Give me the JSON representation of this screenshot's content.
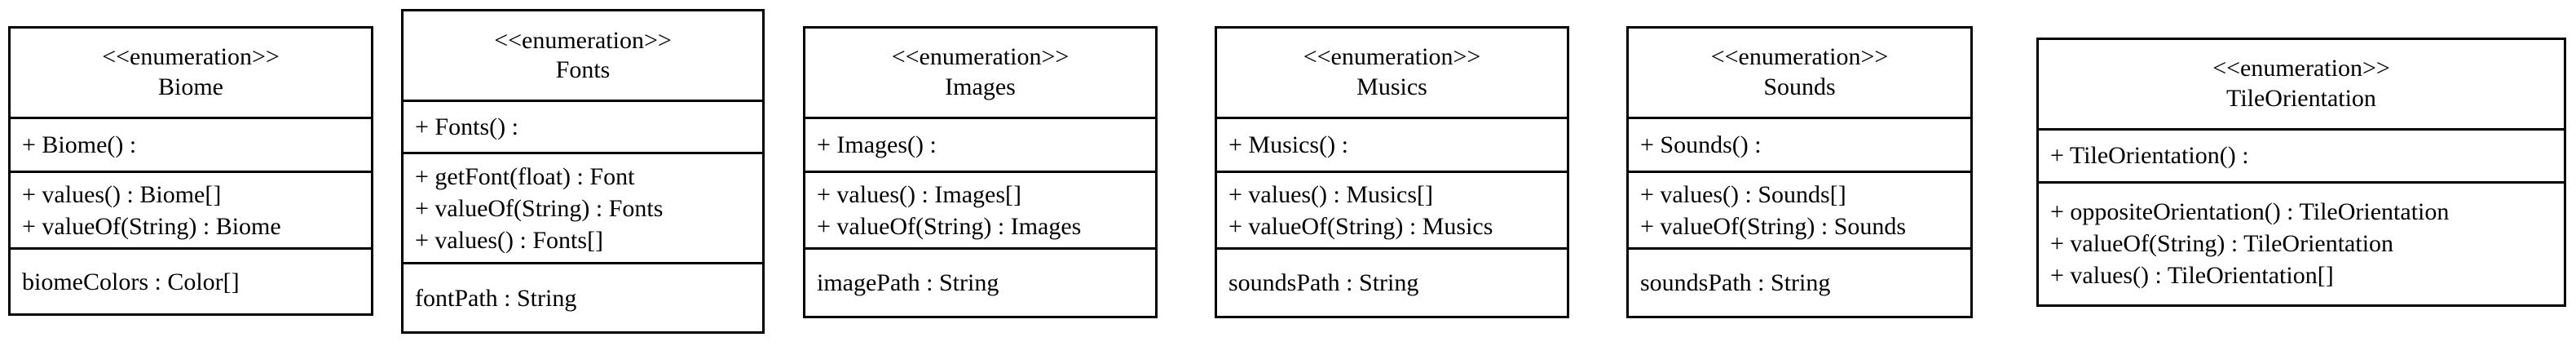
{
  "diagram": {
    "kind": "uml-class-diagram",
    "background_color": "#ffffff",
    "line_color": "#000000",
    "classes": [
      {
        "stereotype": "<<enumeration>>",
        "name": "Biome",
        "constructors": [
          "+ Biome() :"
        ],
        "methods": [
          "+ values() : Biome[]",
          "+ valueOf(String) : Biome"
        ],
        "attributes": [
          "biomeColors : Color[]"
        ]
      },
      {
        "stereotype": "<<enumeration>>",
        "name": "Fonts",
        "constructors": [
          "+ Fonts() :"
        ],
        "methods": [
          "+ getFont(float) : Font",
          "+ valueOf(String) : Fonts",
          "+ values() : Fonts[]"
        ],
        "attributes": [
          "fontPath : String"
        ]
      },
      {
        "stereotype": "<<enumeration>>",
        "name": "Images",
        "constructors": [
          "+ Images() :"
        ],
        "methods": [
          "+ values() : Images[]",
          "+ valueOf(String) : Images"
        ],
        "attributes": [
          "imagePath : String"
        ]
      },
      {
        "stereotype": "<<enumeration>>",
        "name": "Musics",
        "constructors": [
          "+ Musics() :"
        ],
        "methods": [
          "+ values() : Musics[]",
          "+ valueOf(String) : Musics"
        ],
        "attributes": [
          "soundsPath : String"
        ]
      },
      {
        "stereotype": "<<enumeration>>",
        "name": "Sounds",
        "constructors": [
          "+ Sounds() :"
        ],
        "methods": [
          "+ values() : Sounds[]",
          "+ valueOf(String) : Sounds"
        ],
        "attributes": [
          "soundsPath : String"
        ]
      },
      {
        "stereotype": "<<enumeration>>",
        "name": "TileOrientation",
        "constructors": [
          "+ TileOrientation() :"
        ],
        "methods": [
          "+ oppositeOrientation() : TileOrientation",
          "+ valueOf(String) : TileOrientation",
          "+ values() : TileOrientation[]"
        ],
        "attributes": []
      }
    ]
  }
}
